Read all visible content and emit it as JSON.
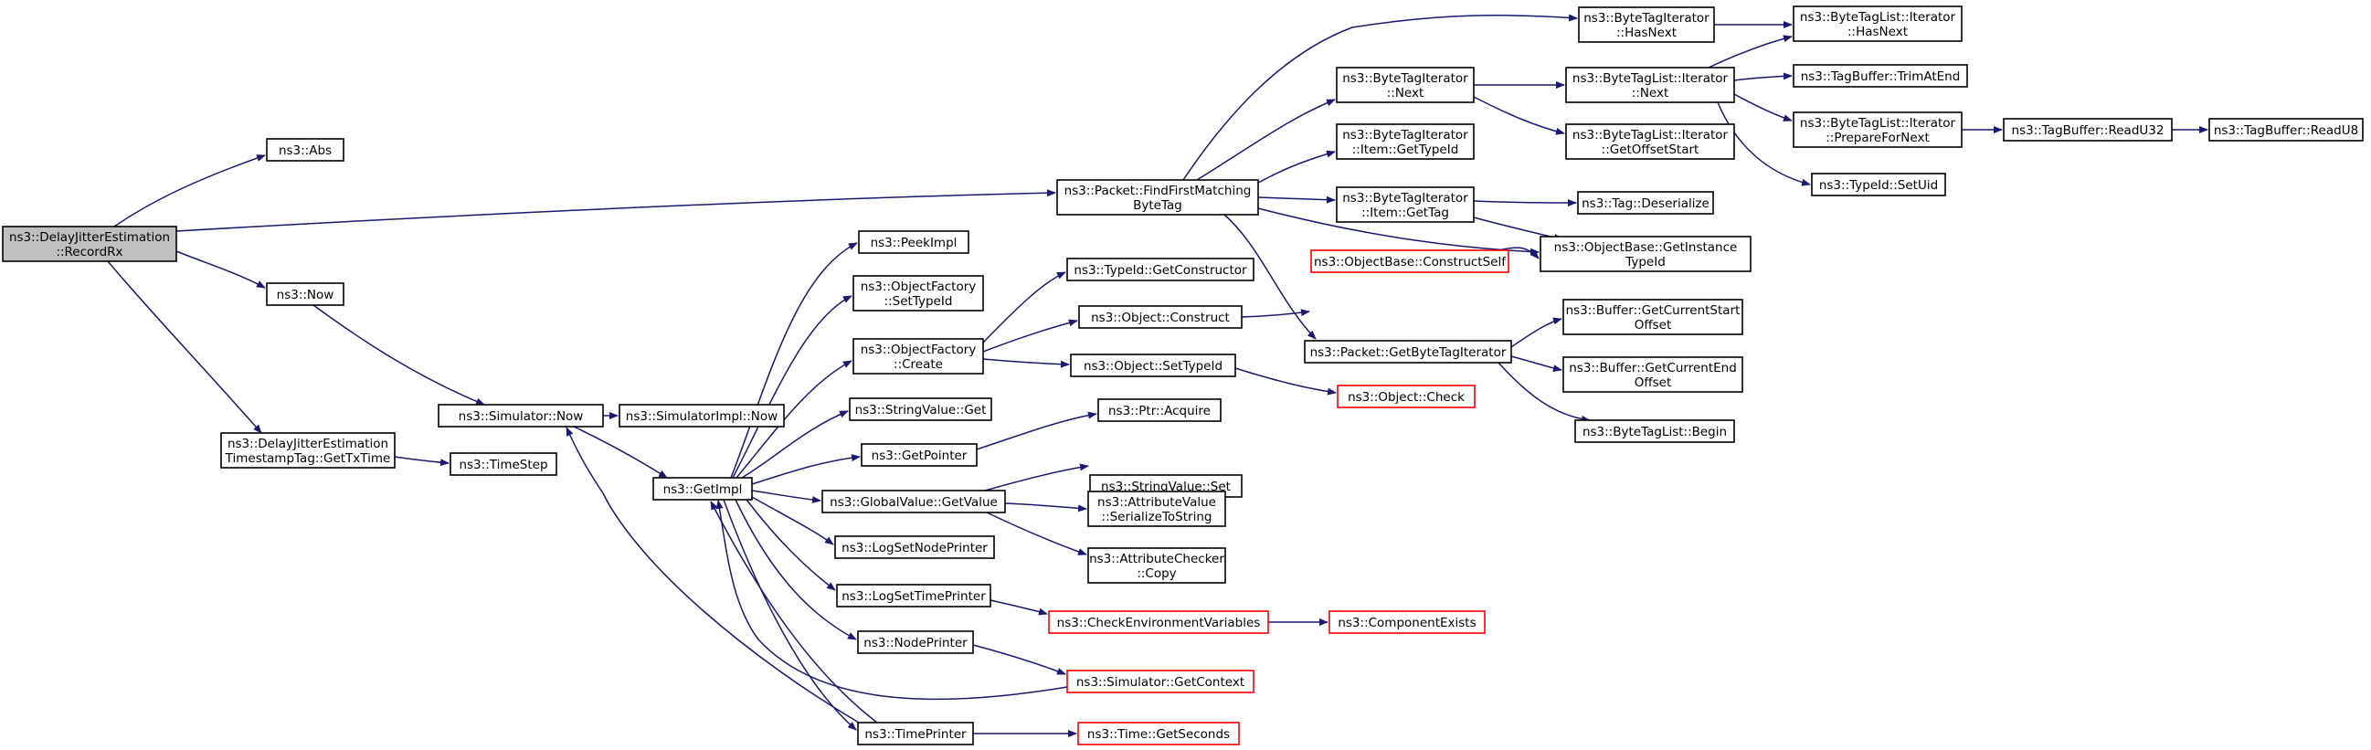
{
  "colors": {
    "edge": "#191970",
    "border_normal": "#000000",
    "border_truncated": "#ff0000",
    "fill_root": "#bfbfbf",
    "fill_normal": "#ffffff"
  },
  "nodes": [
    {
      "id": "root",
      "lines": [
        "ns3::DelayJitterEstimation",
        "::RecordRx"
      ],
      "style": "root"
    },
    {
      "id": "abs",
      "lines": [
        "ns3::Abs"
      ],
      "style": "normal"
    },
    {
      "id": "now",
      "lines": [
        "ns3::Now"
      ],
      "style": "normal"
    },
    {
      "id": "gettxtime",
      "lines": [
        "ns3::DelayJitterEstimation",
        "TimestampTag::GetTxTime"
      ],
      "style": "normal"
    },
    {
      "id": "simnow",
      "lines": [
        "ns3::Simulator::Now"
      ],
      "style": "normal"
    },
    {
      "id": "timestep",
      "lines": [
        "ns3::TimeStep"
      ],
      "style": "normal"
    },
    {
      "id": "simimplnow",
      "lines": [
        "ns3::SimulatorImpl::Now"
      ],
      "style": "normal"
    },
    {
      "id": "getimpl",
      "lines": [
        "ns3::GetImpl"
      ],
      "style": "normal"
    },
    {
      "id": "peekimpl",
      "lines": [
        "ns3::PeekImpl"
      ],
      "style": "normal"
    },
    {
      "id": "ofsettypeid",
      "lines": [
        "ns3::ObjectFactory",
        "::SetTypeId"
      ],
      "style": "normal"
    },
    {
      "id": "ofcreate",
      "lines": [
        "ns3::ObjectFactory",
        "::Create"
      ],
      "style": "normal"
    },
    {
      "id": "strget",
      "lines": [
        "ns3::StringValue::Get"
      ],
      "style": "normal"
    },
    {
      "id": "getpointer",
      "lines": [
        "ns3::GetPointer"
      ],
      "style": "normal"
    },
    {
      "id": "gvgetvalue",
      "lines": [
        "ns3::GlobalValue::GetValue"
      ],
      "style": "normal"
    },
    {
      "id": "logsetnode",
      "lines": [
        "ns3::LogSetNodePrinter"
      ],
      "style": "normal"
    },
    {
      "id": "logsettime",
      "lines": [
        "ns3::LogSetTimePrinter"
      ],
      "style": "normal"
    },
    {
      "id": "nodeprinter",
      "lines": [
        "ns3::NodePrinter"
      ],
      "style": "normal"
    },
    {
      "id": "timeprinter",
      "lines": [
        "ns3::TimePrinter"
      ],
      "style": "normal"
    },
    {
      "id": "typeidgetctor",
      "lines": [
        "ns3::TypeId::GetConstructor"
      ],
      "style": "normal"
    },
    {
      "id": "objconstruct",
      "lines": [
        "ns3::Object::Construct"
      ],
      "style": "normal"
    },
    {
      "id": "objsettypeid",
      "lines": [
        "ns3::Object::SetTypeId"
      ],
      "style": "normal"
    },
    {
      "id": "ptracquire",
      "lines": [
        "ns3::Ptr::Acquire"
      ],
      "style": "normal"
    },
    {
      "id": "strset",
      "lines": [
        "ns3::StringValue::Set"
      ],
      "style": "normal"
    },
    {
      "id": "avserialize",
      "lines": [
        "ns3::AttributeValue",
        "::SerializeToString"
      ],
      "style": "normal"
    },
    {
      "id": "accopy",
      "lines": [
        "ns3::AttributeChecker",
        "::Copy"
      ],
      "style": "normal"
    },
    {
      "id": "checkenv",
      "lines": [
        "ns3::CheckEnvironmentVariables"
      ],
      "style": "truncated"
    },
    {
      "id": "simgetctx",
      "lines": [
        "ns3::Simulator::GetContext"
      ],
      "style": "truncated"
    },
    {
      "id": "timegetsec",
      "lines": [
        "ns3::Time::GetSeconds"
      ],
      "style": "truncated"
    },
    {
      "id": "compexists",
      "lines": [
        "ns3::ComponentExists"
      ],
      "style": "truncated"
    },
    {
      "id": "findfirst",
      "lines": [
        "ns3::Packet::FindFirstMatching",
        "ByteTag"
      ],
      "style": "normal"
    },
    {
      "id": "btihasnext",
      "lines": [
        "ns3::ByteTagIterator",
        "::HasNext"
      ],
      "style": "normal"
    },
    {
      "id": "btinext",
      "lines": [
        "ns3::ByteTagIterator",
        "::Next"
      ],
      "style": "normal"
    },
    {
      "id": "btiitemgettypeid",
      "lines": [
        "ns3::ByteTagIterator",
        "::Item::GetTypeId"
      ],
      "style": "normal"
    },
    {
      "id": "btiitemgettag",
      "lines": [
        "ns3::ByteTagIterator",
        "::Item::GetTag"
      ],
      "style": "normal"
    },
    {
      "id": "obgetinst",
      "lines": [
        "ns3::ObjectBase::GetInstance",
        "TypeId"
      ],
      "style": "normal"
    },
    {
      "id": "obconstructself",
      "lines": [
        "ns3::ObjectBase::ConstructSelf"
      ],
      "style": "truncated"
    },
    {
      "id": "pktgetbti",
      "lines": [
        "ns3::Packet::GetByteTagIterator"
      ],
      "style": "normal"
    },
    {
      "id": "objcheck",
      "lines": [
        "ns3::Object::Check"
      ],
      "style": "truncated"
    },
    {
      "id": "btlihasnext",
      "lines": [
        "ns3::ByteTagList::Iterator",
        "::HasNext"
      ],
      "style": "normal"
    },
    {
      "id": "btlinext",
      "lines": [
        "ns3::ByteTagList::Iterator",
        "::Next"
      ],
      "style": "normal"
    },
    {
      "id": "btligetoffset",
      "lines": [
        "ns3::ByteTagList::Iterator",
        "::GetOffsetStart"
      ],
      "style": "normal"
    },
    {
      "id": "tagdeser",
      "lines": [
        "ns3::Tag::Deserialize"
      ],
      "style": "normal"
    },
    {
      "id": "bufgetstart",
      "lines": [
        "ns3::Buffer::GetCurrentStart",
        "Offset"
      ],
      "style": "normal"
    },
    {
      "id": "bufgetend",
      "lines": [
        "ns3::Buffer::GetCurrentEnd",
        "Offset"
      ],
      "style": "normal"
    },
    {
      "id": "btlbegin",
      "lines": [
        "ns3::ByteTagList::Begin"
      ],
      "style": "normal"
    },
    {
      "id": "tbtrimatend",
      "lines": [
        "ns3::TagBuffer::TrimAtEnd"
      ],
      "style": "normal"
    },
    {
      "id": "btliprepare",
      "lines": [
        "ns3::ByteTagList::Iterator",
        "::PrepareForNext"
      ],
      "style": "normal"
    },
    {
      "id": "typeidsetuid",
      "lines": [
        "ns3::TypeId::SetUid"
      ],
      "style": "normal"
    },
    {
      "id": "tbreadu32",
      "lines": [
        "ns3::TagBuffer::ReadU32"
      ],
      "style": "normal"
    },
    {
      "id": "tbreadu8",
      "lines": [
        "ns3::TagBuffer::ReadU8"
      ],
      "style": "normal"
    }
  ],
  "edges": [
    [
      "root",
      "abs"
    ],
    [
      "root",
      "findfirst"
    ],
    [
      "root",
      "now"
    ],
    [
      "root",
      "gettxtime"
    ],
    [
      "now",
      "simnow"
    ],
    [
      "gettxtime",
      "timestep"
    ],
    [
      "simnow",
      "simimplnow"
    ],
    [
      "simnow",
      "getimpl"
    ],
    [
      "getimpl",
      "peekimpl"
    ],
    [
      "getimpl",
      "ofsettypeid"
    ],
    [
      "getimpl",
      "ofcreate"
    ],
    [
      "getimpl",
      "strget"
    ],
    [
      "getimpl",
      "getpointer"
    ],
    [
      "getimpl",
      "gvgetvalue"
    ],
    [
      "getimpl",
      "logsetnode"
    ],
    [
      "getimpl",
      "logsettime"
    ],
    [
      "getimpl",
      "nodeprinter"
    ],
    [
      "getimpl",
      "timeprinter"
    ],
    [
      "ofcreate",
      "typeidgetctor"
    ],
    [
      "ofcreate",
      "objconstruct"
    ],
    [
      "ofcreate",
      "objsettypeid"
    ],
    [
      "getpointer",
      "ptracquire"
    ],
    [
      "gvgetvalue",
      "strset"
    ],
    [
      "gvgetvalue",
      "avserialize"
    ],
    [
      "gvgetvalue",
      "accopy"
    ],
    [
      "logsettime",
      "checkenv"
    ],
    [
      "checkenv",
      "compexists"
    ],
    [
      "nodeprinter",
      "simgetctx"
    ],
    [
      "simgetctx",
      "getimpl"
    ],
    [
      "timeprinter",
      "getimpl"
    ],
    [
      "timeprinter",
      "simnow"
    ],
    [
      "timeprinter",
      "timegetsec"
    ],
    [
      "objconstruct",
      "obconstructself"
    ],
    [
      "obconstructself",
      "obgetinst"
    ],
    [
      "objsettypeid",
      "objcheck"
    ],
    [
      "findfirst",
      "btihasnext"
    ],
    [
      "findfirst",
      "btinext"
    ],
    [
      "findfirst",
      "btiitemgettypeid"
    ],
    [
      "findfirst",
      "btiitemgettag"
    ],
    [
      "findfirst",
      "obgetinst"
    ],
    [
      "findfirst",
      "pktgetbti"
    ],
    [
      "btihasnext",
      "btlihasnext"
    ],
    [
      "btinext",
      "btlinext"
    ],
    [
      "btinext",
      "btligetoffset"
    ],
    [
      "btiitemgettag",
      "tagdeser"
    ],
    [
      "btiitemgettag",
      "obgetinst"
    ],
    [
      "pktgetbti",
      "bufgetstart"
    ],
    [
      "pktgetbti",
      "bufgetend"
    ],
    [
      "pktgetbti",
      "btlbegin"
    ],
    [
      "btlinext",
      "btlihasnext"
    ],
    [
      "btlinext",
      "tbtrimatend"
    ],
    [
      "btlinext",
      "btliprepare"
    ],
    [
      "btlinext",
      "typeidsetuid"
    ],
    [
      "btliprepare",
      "tbreadu32"
    ],
    [
      "tbreadu32",
      "tbreadu8"
    ]
  ]
}
